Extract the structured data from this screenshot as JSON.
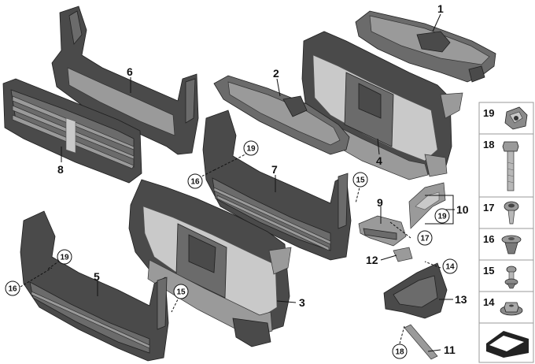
{
  "callouts": {
    "c1": "1",
    "c2": "2",
    "c3": "3",
    "c4": "4",
    "c5": "5",
    "c6": "6",
    "c7": "7",
    "c8": "8",
    "c9": "9",
    "c10": "10",
    "c11": "11",
    "c12": "12",
    "c13": "13",
    "ref15a": "15",
    "ref15b": "15",
    "ref16a": "16",
    "ref16b": "16",
    "ref17a": "17",
    "ref18": "18",
    "ref19a": "19",
    "ref19b": "19",
    "ref19c": "19",
    "ref14": "14"
  },
  "side_panel": {
    "items": [
      "19",
      "18",
      "17",
      "16",
      "15",
      "14"
    ]
  },
  "colors": {
    "part_dark": "#4a4a4a",
    "part_mid": "#6b6b6b",
    "part_light": "#9a9a9a",
    "panel_border": "#999999"
  }
}
